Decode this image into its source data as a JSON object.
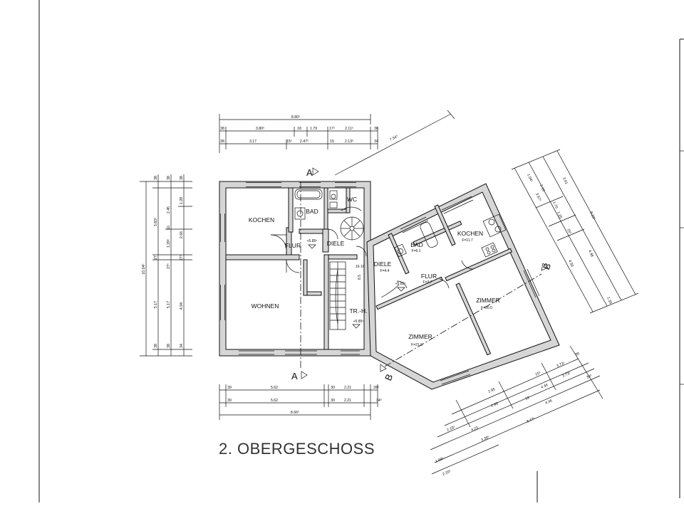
{
  "drawing_title": "2. OBERGESCHOSS",
  "rooms": {
    "kochen_left": {
      "label": "KOCHEN"
    },
    "bad_left": {
      "label": "BAD"
    },
    "wc": {
      "label": "WC"
    },
    "flur_left": {
      "label": "FLUR",
      "level": "+5.85⁵"
    },
    "diele_left": {
      "label": "DIELE"
    },
    "wohnen": {
      "label": "WOHNEN"
    },
    "treppenhaus": {
      "label": "TR.-H.",
      "level": "+5.85⁵"
    },
    "diele_right": {
      "label": "DIELE",
      "area": "F=4.4"
    },
    "bad_right": {
      "label": "BAD",
      "area": "F=6.1"
    },
    "kochen_right": {
      "label": "KOCHEN",
      "area": "F=11.7"
    },
    "flur_right": {
      "label": "FLUR",
      "area": "F=3.7"
    },
    "zimmer_upper": {
      "label": "ZIMMER",
      "area": "F=20.0"
    },
    "zimmer_lower": {
      "label": "ZIMMER",
      "area": "F=21.0"
    },
    "stair_landing": {
      "level": "+5.85⁵"
    }
  },
  "section_marks": {
    "a_top": "A",
    "a_bottom": "A",
    "b_right": "B",
    "b_bottom": "B"
  },
  "dims_top": {
    "row1_total": "8.80⁵",
    "row2": [
      "38",
      "3.80⁵",
      "18",
      "1.79",
      "17⁵",
      "2.11⁵",
      "36"
    ],
    "row3": [
      "38",
      "3.17",
      "15⁵",
      "2.47⁵",
      "15",
      "2.13⁵",
      "34"
    ],
    "diagonal": "7.54⁵"
  },
  "dims_left": {
    "total": "10.04⁵",
    "col_a": [
      "3.83⁵",
      "27",
      "5.17"
    ],
    "col_b": [
      "2.45",
      "16",
      "1.29⁵",
      "27⁵",
      "5.17"
    ],
    "col_c": [
      "1.28",
      "2.66",
      "27⁵",
      "4.94"
    ],
    "top_marks": [
      "38",
      "38",
      "38"
    ],
    "bottom_marks": [
      "38",
      "38",
      "34"
    ]
  },
  "dims_bottom": {
    "row1": [
      "39",
      "5.62",
      "30",
      "2.21",
      "28⁵"
    ],
    "row2": [
      "39",
      "5.62",
      "30",
      "2.21",
      "34⁵"
    ],
    "total": "8.66⁵"
  },
  "dims_right_diag": [
    "1.04⁵",
    "2.16",
    "1.70",
    "3.61",
    "8.23⁵",
    "3.67⁵",
    "1.25",
    "15⁵",
    "4.48",
    "4.59",
    "1.39"
  ],
  "dims_bottom_diag": [
    "38",
    "3.73⁵",
    "15⁵",
    "3.73⁵",
    "2.95",
    "34⁵",
    "4.46",
    "2.99",
    "19",
    "4.46",
    "4.23",
    "3.38⁵",
    "8.47⁵",
    "2.19⁵",
    "1.69⁵",
    "2.20⁵"
  ],
  "stair_marks": {
    "landing_up": "16·16",
    "run_label": "8.5"
  }
}
